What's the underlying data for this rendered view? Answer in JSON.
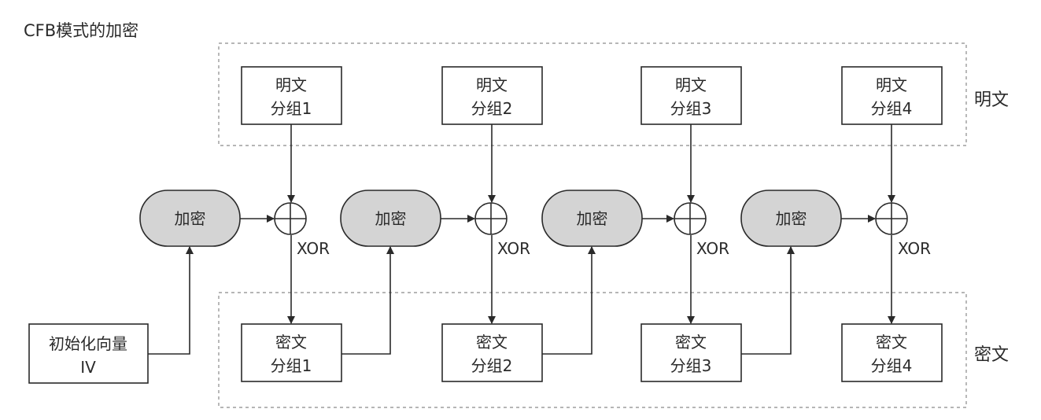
{
  "title": "CFB模式的加密",
  "groups": {
    "plaintext_label": "明文",
    "ciphertext_label": "密文"
  },
  "iv": {
    "line1": "初始化向量",
    "line2": "IV"
  },
  "encrypt_label": "加密",
  "xor_label": "XOR",
  "plaintext_blocks": [
    {
      "line1": "明文",
      "line2": "分组1"
    },
    {
      "line1": "明文",
      "line2": "分组2"
    },
    {
      "line1": "明文",
      "line2": "分组3"
    },
    {
      "line1": "明文",
      "line2": "分组4"
    }
  ],
  "ciphertext_blocks": [
    {
      "line1": "密文",
      "line2": "分组1"
    },
    {
      "line1": "密文",
      "line2": "分组2"
    },
    {
      "line1": "密文",
      "line2": "分组3"
    },
    {
      "line1": "密文",
      "line2": "分组4"
    }
  ],
  "colors": {
    "stroke": "#2a2a2a",
    "encrypt_fill": "#d4d4d4",
    "dashed": "#8a8a8a"
  }
}
